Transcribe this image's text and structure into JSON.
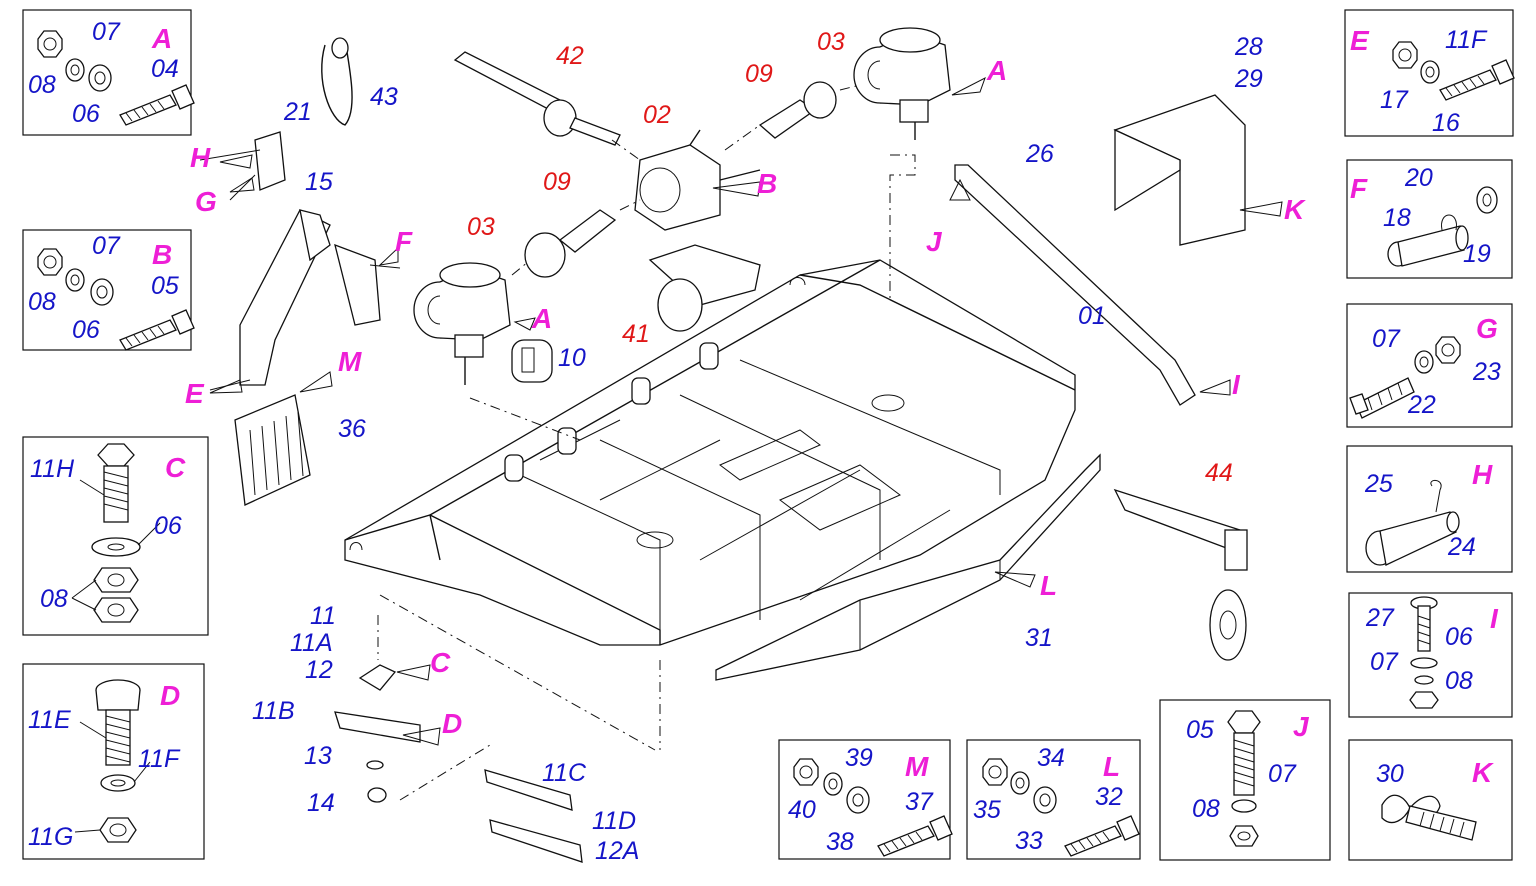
{
  "colors": {
    "part_number": "#1515c8",
    "major_part_number": "#e01818",
    "detail_letter": "#ee1fd6",
    "outline": "#111111"
  },
  "main": {
    "n01": "01",
    "n02": "02",
    "n03a": "03",
    "n03b": "03",
    "n09a": "09",
    "n09b": "09",
    "n10": "10",
    "n15": "15",
    "n21": "21",
    "n26": "26",
    "n28": "28",
    "n29": "29",
    "n31": "31",
    "n36": "36",
    "n41": "41",
    "n42": "42",
    "n43": "43",
    "n44": "44",
    "n11": "11",
    "n11A": "11A",
    "n12": "12",
    "n11B": "11B",
    "n13": "13",
    "n14": "14",
    "n11C": "11C",
    "n11D": "11D",
    "n12A": "12A",
    "A1": "A",
    "A2": "A",
    "B": "B",
    "C": "C",
    "D": "D",
    "E": "E",
    "F": "F",
    "G": "G",
    "H": "H",
    "I": "I",
    "J": "J",
    "K": "K",
    "L": "L",
    "M": "M"
  },
  "details": {
    "A": {
      "letter": "A",
      "labels": [
        "08",
        "07",
        "06",
        "04"
      ]
    },
    "B": {
      "letter": "B",
      "labels": [
        "08",
        "07",
        "06",
        "05"
      ]
    },
    "C": {
      "letter": "C",
      "labels": [
        "11H",
        "06",
        "08"
      ]
    },
    "D": {
      "letter": "D",
      "labels": [
        "11E",
        "11F",
        "11G"
      ]
    },
    "E": {
      "letter": "E",
      "labels": [
        "17",
        "11F",
        "16"
      ]
    },
    "F": {
      "letter": "F",
      "labels": [
        "20",
        "18",
        "19"
      ]
    },
    "G": {
      "letter": "G",
      "labels": [
        "07",
        "22",
        "23"
      ]
    },
    "H": {
      "letter": "H",
      "labels": [
        "25",
        "24"
      ]
    },
    "I": {
      "letter": "I",
      "labels": [
        "27",
        "06",
        "07",
        "08"
      ]
    },
    "J": {
      "letter": "J",
      "labels": [
        "05",
        "07",
        "08"
      ]
    },
    "K": {
      "letter": "K",
      "labels": [
        "30"
      ]
    },
    "L": {
      "letter": "L",
      "labels": [
        "35",
        "34",
        "33",
        "32"
      ]
    },
    "M": {
      "letter": "M",
      "labels": [
        "40",
        "39",
        "38",
        "37"
      ]
    }
  }
}
